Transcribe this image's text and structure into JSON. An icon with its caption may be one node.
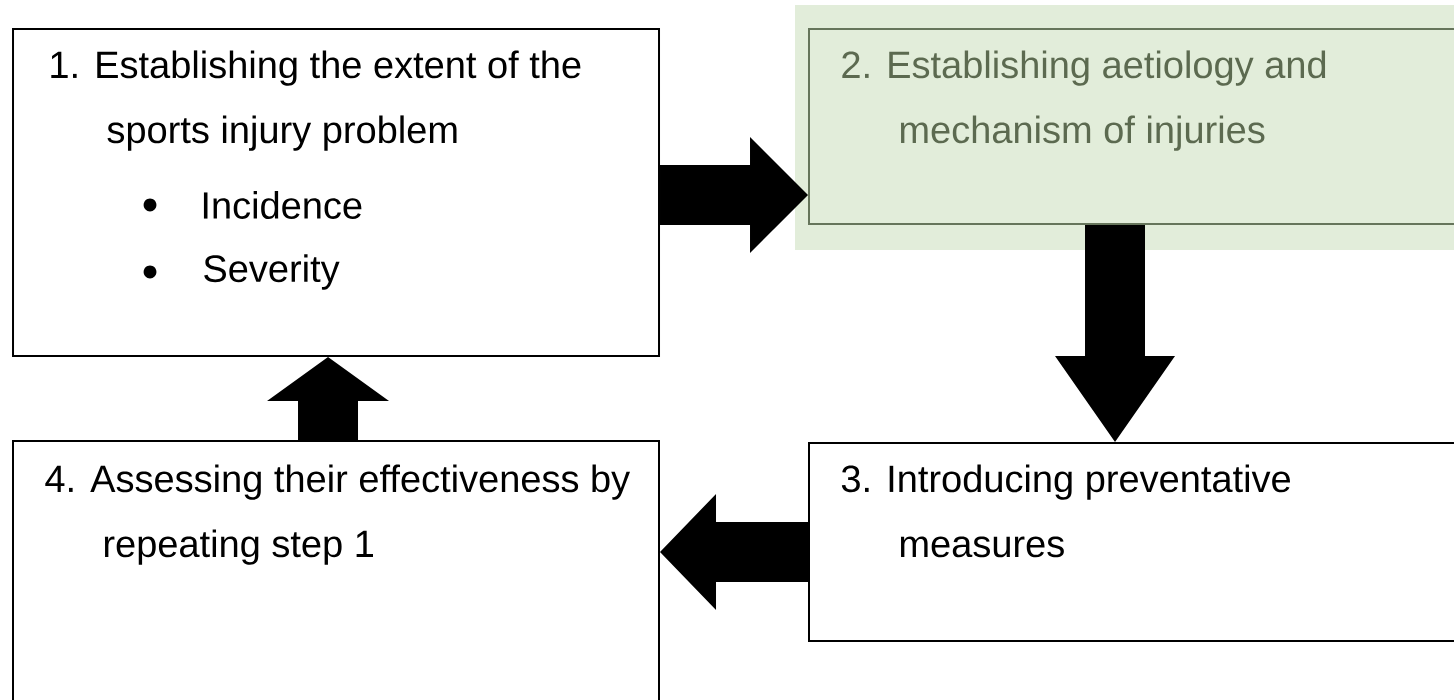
{
  "diagram": {
    "nodes": [
      {
        "text": [
          "1. Establishing the extent of the sports injury problem",
          "Incidence",
          "Severity"
        ]
      },
      {
        "text": [
          "2. Establishing aetiology and mechanism of injuries"
        ]
      },
      {
        "text": [
          "3. Introducing preventative measures"
        ]
      },
      {
        "text": [
          "4. Assessing their effectiveness by repeating step 1"
        ]
      }
    ],
    "edges": [
      {
        "from": 0,
        "to": 1,
        "arrow": "to"
      },
      {
        "from": 1,
        "to": 2,
        "arrow": "to"
      },
      {
        "from": 2,
        "to": 3,
        "arrow": "to"
      },
      {
        "from": 3,
        "to": 0,
        "arrow": "to"
      }
    ]
  }
}
